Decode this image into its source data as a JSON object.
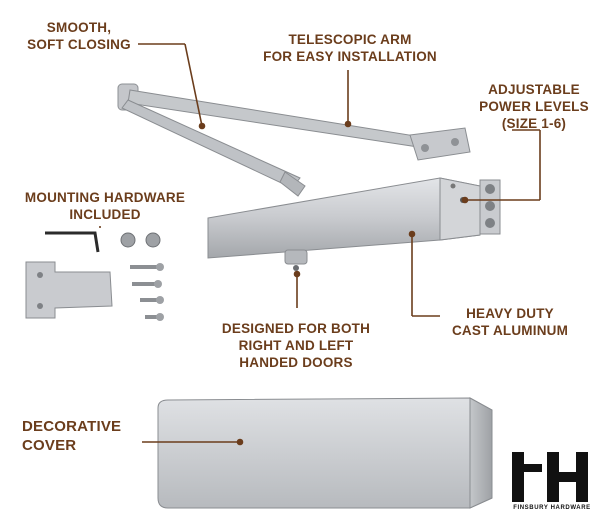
{
  "callouts": {
    "smooth": "SMOOTH,\nSOFT CLOSING",
    "arm": "TELESCOPIC ARM\nFOR EASY INSTALLATION",
    "power": "ADJUSTABLE\nPOWER LEVELS\n(SIZE 1-6)",
    "hardware": "MOUNTING HARDWARE\nINCLUDED",
    "aluminum": "HEAVY DUTY\nCAST ALUMINUM",
    "doors": "DESIGNED FOR BOTH\nRIGHT AND LEFT\nHANDED DOORS",
    "cover": "DECORATIVE\nCOVER"
  },
  "logo": {
    "mark": "FH",
    "brand": "FINSBURY HARDWARE"
  },
  "colors": {
    "label": "#6b3d1c",
    "line": "#6b3d1c",
    "metal": "#c7c9cc",
    "metal_dark": "#9fa2a6"
  }
}
